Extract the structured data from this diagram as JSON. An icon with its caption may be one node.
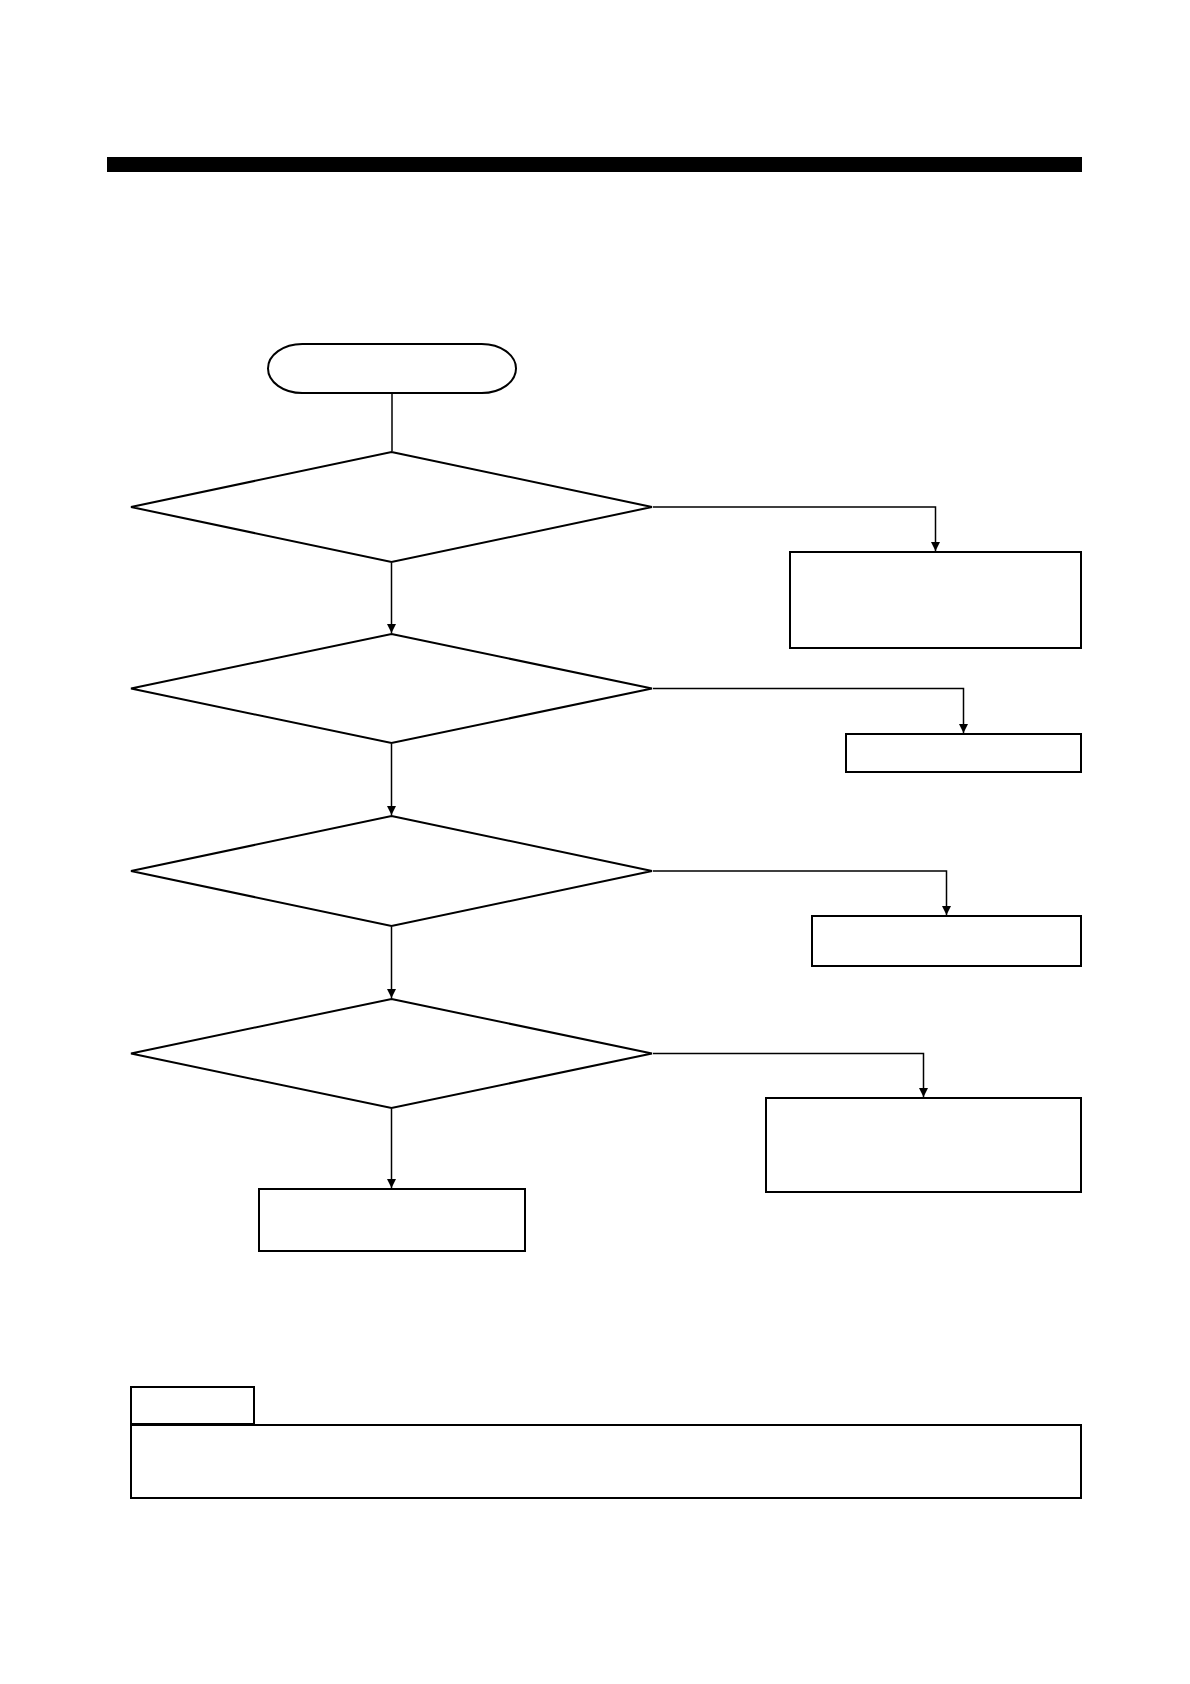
{
  "diagram": {
    "nodes": [
      {
        "text": [],
        "shape": "terminal"
      },
      {
        "text": [],
        "shape": "diamond"
      },
      {
        "text": [],
        "shape": "box"
      },
      {
        "text": [],
        "shape": "diamond"
      },
      {
        "text": [],
        "shape": "box"
      },
      {
        "text": [],
        "shape": "diamond"
      },
      {
        "text": [],
        "shape": "box"
      },
      {
        "text": [],
        "shape": "diamond"
      },
      {
        "text": [],
        "shape": "box"
      },
      {
        "text": [],
        "shape": "box"
      },
      {
        "text": [],
        "shape": "box"
      },
      {
        "text": [],
        "shape": "box"
      }
    ],
    "edges": [
      {
        "from": 0,
        "to": 1,
        "arrow": "none"
      },
      {
        "from": 1,
        "to": 2,
        "arrow": "to"
      },
      {
        "from": 1,
        "to": 3,
        "arrow": "to"
      },
      {
        "from": 3,
        "to": 4,
        "arrow": "to"
      },
      {
        "from": 3,
        "to": 5,
        "arrow": "to"
      },
      {
        "from": 5,
        "to": 6,
        "arrow": "to"
      },
      {
        "from": 5,
        "to": 7,
        "arrow": "to"
      },
      {
        "from": 7,
        "to": 8,
        "arrow": "to"
      },
      {
        "from": 7,
        "to": 9,
        "arrow": "to"
      }
    ]
  }
}
